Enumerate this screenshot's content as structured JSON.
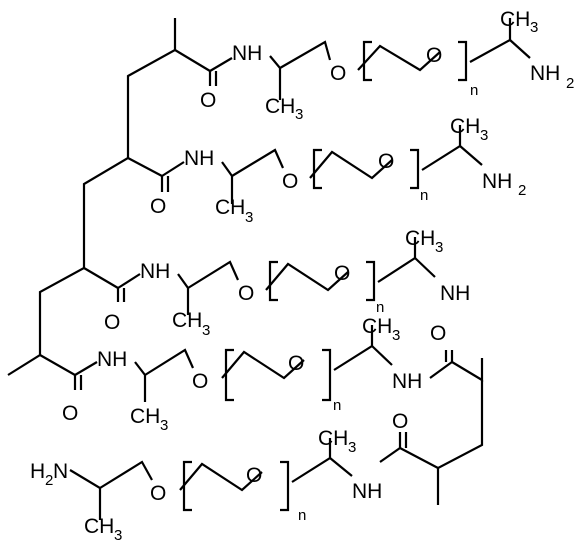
{
  "labels": {
    "nh": "NH",
    "o": "O",
    "ch": "CH",
    "three": "3",
    "n": "n",
    "two": "2",
    "h": "H",
    "n_atom": "N"
  }
}
